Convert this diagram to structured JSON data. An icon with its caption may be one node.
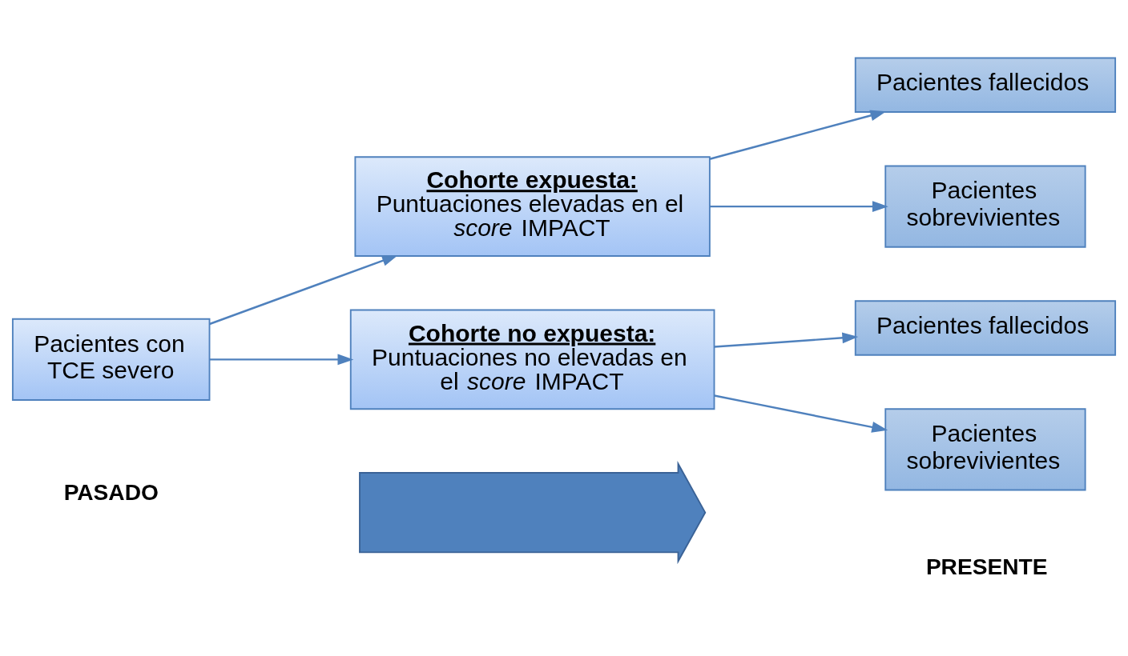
{
  "diagram": {
    "nodes": [
      {
        "text": [
          "Pacientes con TCE severo"
        ]
      },
      {
        "text": [
          "Cohorte expuesta:",
          "Puntuaciones elevadas en el *score* IMPACT"
        ]
      },
      {
        "text": [
          "Pacientes fallecidos"
        ]
      },
      {
        "text": [
          "Pacientes sobrevivientes"
        ]
      },
      {
        "text": [
          "Cohorte no expuesta:",
          "Puntuaciones no elevadas en el *score* IMPACT"
        ]
      },
      {
        "text": [
          "Pacientes fallecidos"
        ]
      },
      {
        "text": [
          "Pacientes sobrevivientes"
        ]
      },
      {
        "text": [],
        "shape": "arrow"
      }
    ],
    "edges": [
      {
        "from": 0,
        "to": 1,
        "arrow": "to"
      },
      {
        "from": 0,
        "to": 4,
        "arrow": "to"
      },
      {
        "from": 1,
        "to": 2,
        "arrow": "to"
      },
      {
        "from": 1,
        "to": 3,
        "arrow": "to"
      },
      {
        "from": 4,
        "to": 5,
        "arrow": "to"
      },
      {
        "from": 4,
        "to": 6,
        "arrow": "to"
      }
    ],
    "labels": [
      "PASADO",
      "PRESENTE"
    ]
  }
}
